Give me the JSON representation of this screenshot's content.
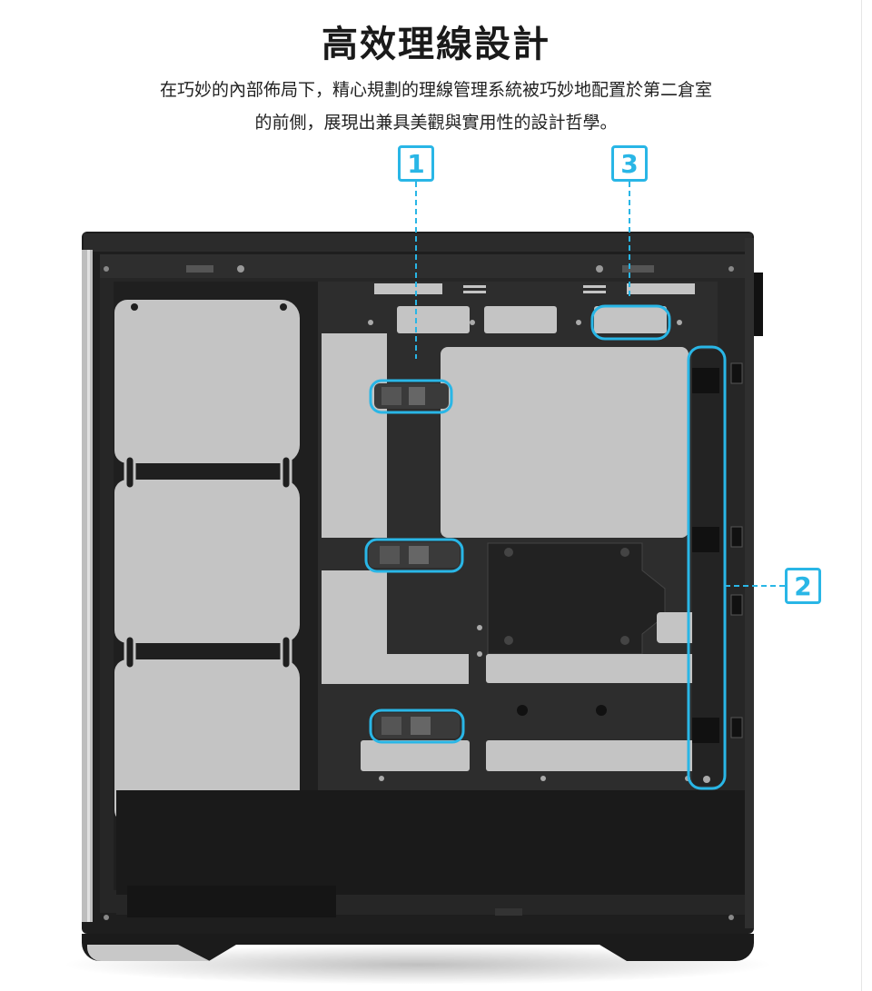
{
  "header": {
    "title": "高效理線設計",
    "line1": "在巧妙的內部佈局下，精心規劃的理線管理系統被巧妙地配置於第二倉室",
    "line2": "的前側，展現出兼具美觀與實用性的設計哲學。"
  },
  "callouts": [
    {
      "number": "1",
      "target": "cable tie-down points"
    },
    {
      "number": "2",
      "target": "front cable channel"
    },
    {
      "number": "3",
      "target": "top cable cutout"
    }
  ],
  "colors": {
    "accent": "#29b6e6",
    "frame": "#1e1e1e",
    "panel": "#2a2a2a",
    "cutout": "#c4c4c4"
  }
}
